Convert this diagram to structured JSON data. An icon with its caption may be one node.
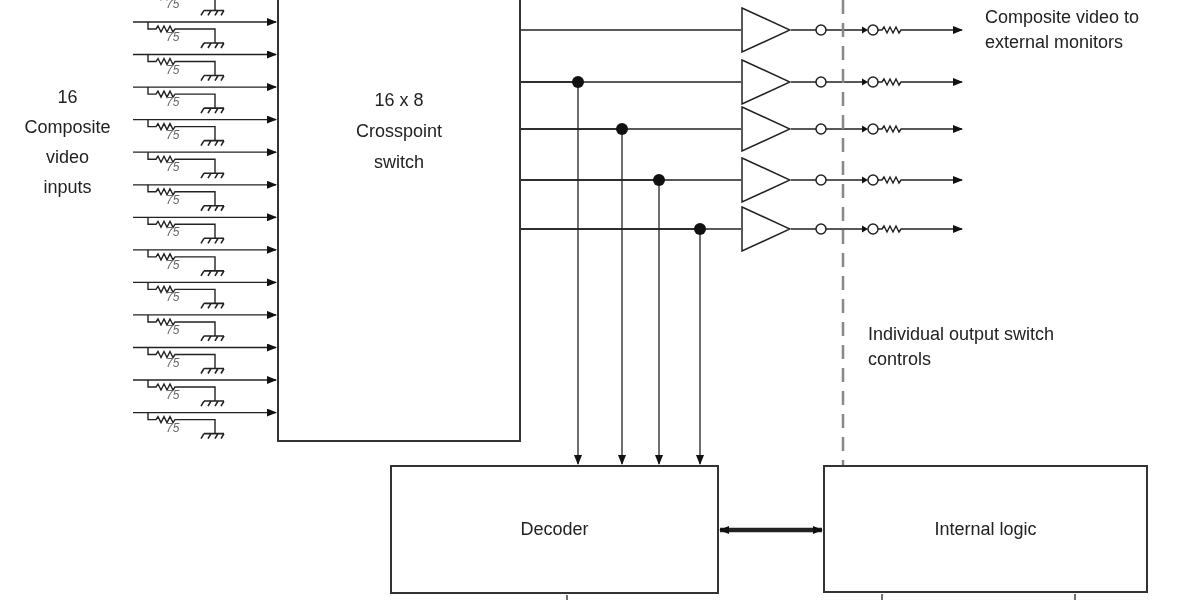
{
  "diagram": {
    "nodes": [
      {
        "text": [
          "16 x 8 Crosspoint switch"
        ]
      },
      {
        "text": [],
        "shape": "triangle"
      },
      {
        "text": [],
        "shape": "triangle"
      },
      {
        "text": [],
        "shape": "triangle"
      },
      {
        "text": [],
        "shape": "triangle"
      },
      {
        "text": [],
        "shape": "triangle"
      },
      {
        "text": [
          "Decoder"
        ]
      },
      {
        "text": [
          "Internal logic"
        ]
      }
    ],
    "edges": [
      {
        "from": null,
        "to": 0,
        "arrow": "to"
      },
      {
        "from": null,
        "to": 0,
        "arrow": "to"
      },
      {
        "from": null,
        "to": 0,
        "arrow": "to"
      },
      {
        "from": null,
        "to": 0,
        "arrow": "to"
      },
      {
        "from": null,
        "to": 0,
        "arrow": "to"
      },
      {
        "from": null,
        "to": 0,
        "arrow": "to"
      },
      {
        "from": null,
        "to": 0,
        "arrow": "to"
      },
      {
        "from": null,
        "to": 0,
        "arrow": "to"
      },
      {
        "from": null,
        "to": 0,
        "arrow": "to"
      },
      {
        "from": null,
        "to": 0,
        "arrow": "to"
      },
      {
        "from": null,
        "to": 0,
        "arrow": "to"
      },
      {
        "from": null,
        "to": 0,
        "arrow": "to"
      },
      {
        "from": null,
        "to": 0,
        "arrow": "to"
      },
      {
        "from": 0,
        "to": 1,
        "arrow": "none"
      },
      {
        "from": 0,
        "to": 2,
        "arrow": "none"
      },
      {
        "from": 0,
        "to": 3,
        "arrow": "none"
      },
      {
        "from": 0,
        "to": 4,
        "arrow": "none"
      },
      {
        "from": 0,
        "to": 5,
        "arrow": "none"
      },
      {
        "from": 0,
        "to": 6,
        "arrow": "to"
      },
      {
        "from": 0,
        "to": 6,
        "arrow": "to"
      },
      {
        "from": 0,
        "to": 6,
        "arrow": "to"
      },
      {
        "from": 0,
        "to": 6,
        "arrow": "to"
      },
      {
        "from": 6,
        "to": 7,
        "arrow": "both",
        "style": "thick"
      },
      {
        "from": 1,
        "to": null,
        "arrow": "to"
      },
      {
        "from": 2,
        "to": null,
        "arrow": "to"
      },
      {
        "from": 3,
        "to": null,
        "arrow": "to"
      },
      {
        "from": 4,
        "to": null,
        "arrow": "to"
      },
      {
        "from": 5,
        "to": null,
        "arrow": "to"
      },
      {
        "from": 6,
        "to": null,
        "arrow": "none"
      },
      {
        "from": 7,
        "to": null,
        "arrow": "none"
      },
      {
        "from": 7,
        "to": null,
        "arrow": "none"
      }
    ],
    "labels": [
      "16 Composite video inputs",
      "75",
      "75",
      "75",
      "75",
      "75",
      "75",
      "75",
      "75",
      "75",
      "75",
      "75",
      "75",
      "75",
      "75",
      "Composite video to external monitors",
      "Individual output switch controls"
    ]
  }
}
